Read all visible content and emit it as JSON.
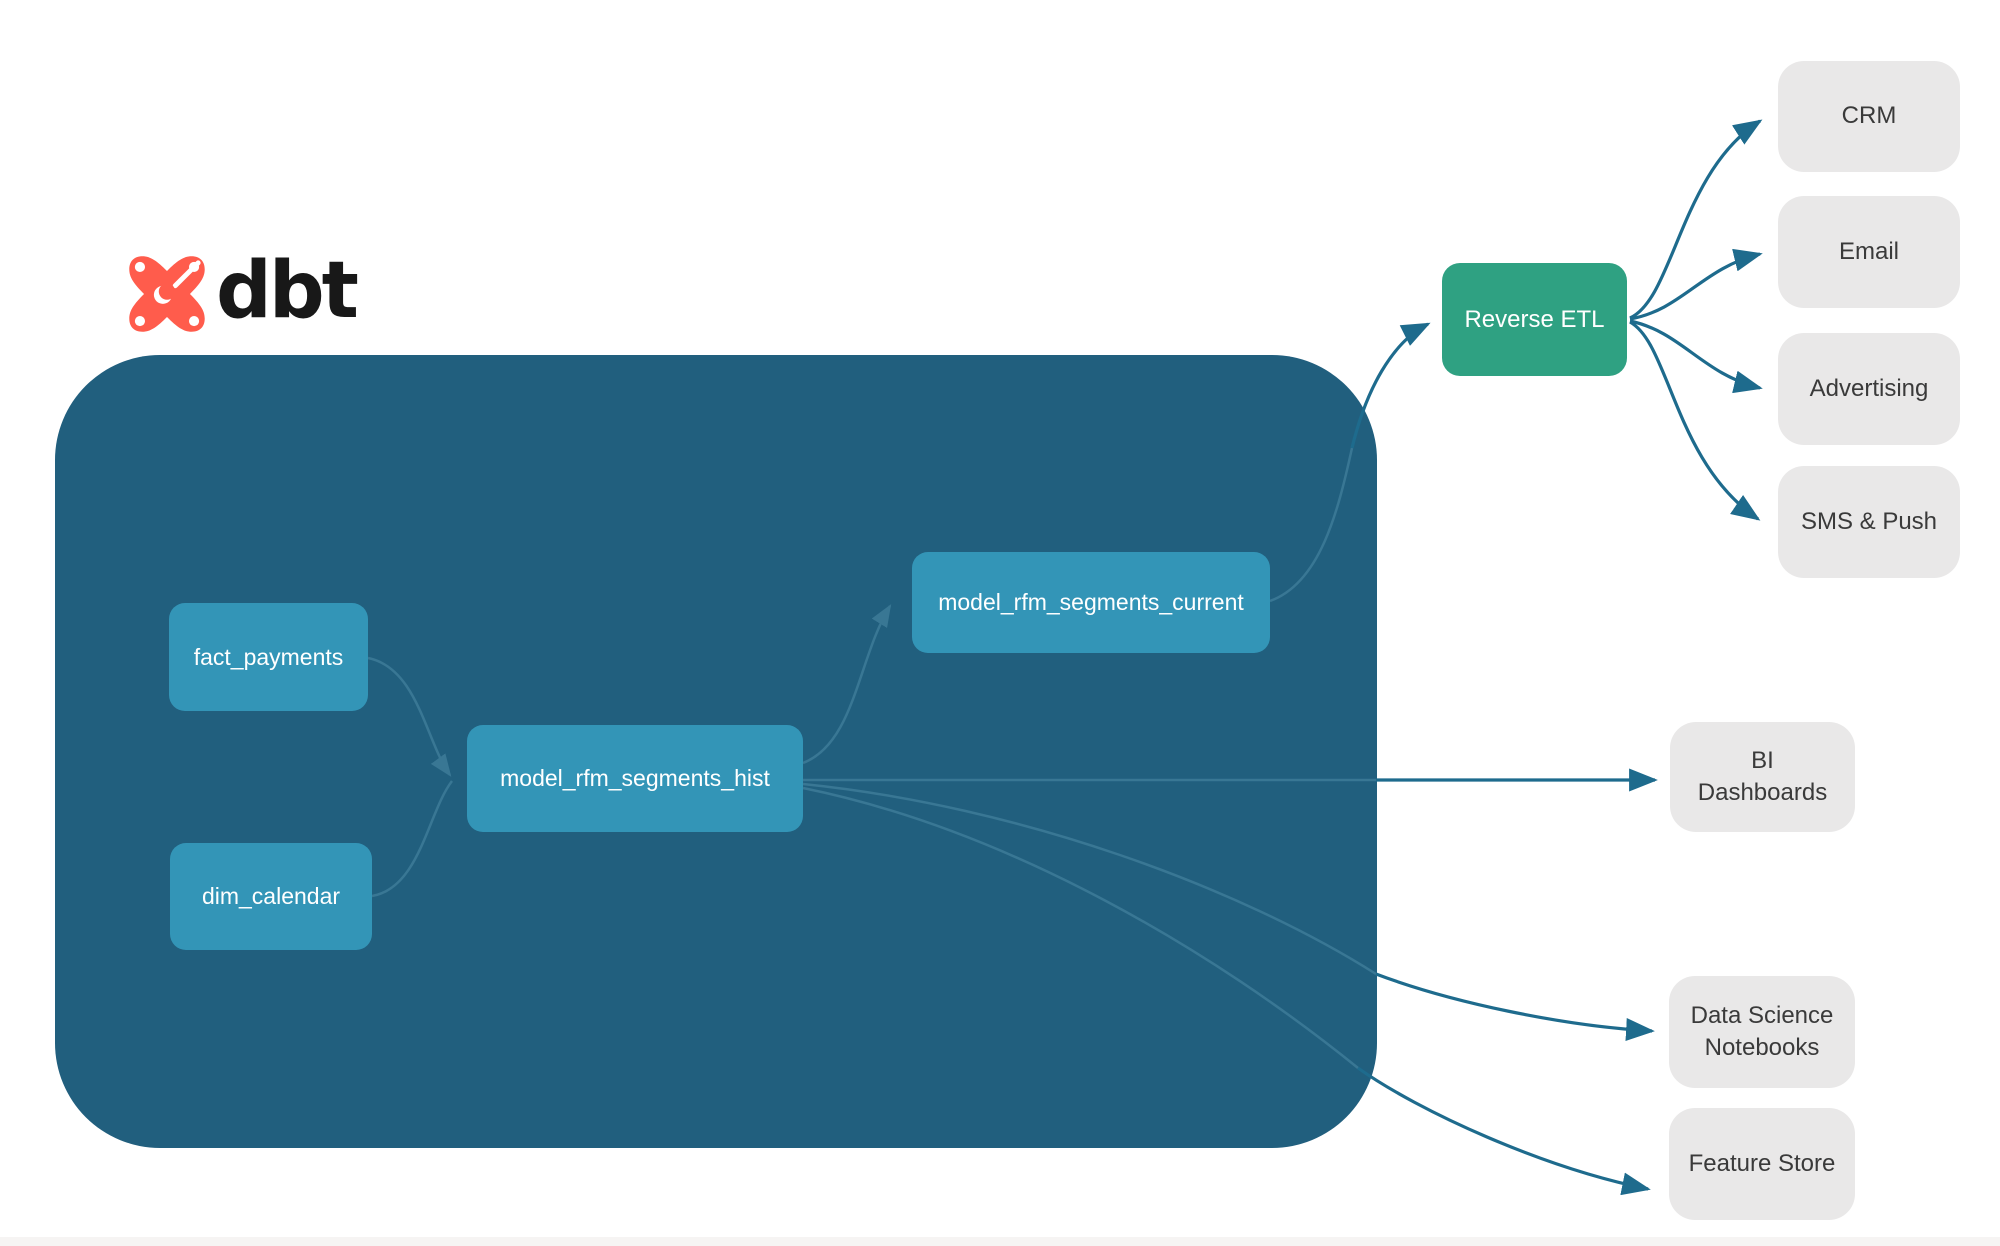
{
  "logo": {
    "brand": "dbt"
  },
  "nodes": {
    "fact_payments": {
      "label": "fact_payments"
    },
    "dim_calendar": {
      "label": "dim_calendar"
    },
    "hist": {
      "label": "model_rfm_segments_hist"
    },
    "current": {
      "label": "model_rfm_segments_current"
    },
    "reverse_etl": {
      "label": "Reverse ETL"
    },
    "crm": {
      "label": "CRM"
    },
    "email": {
      "label": "Email"
    },
    "advertising": {
      "label": "Advertising"
    },
    "sms_push": {
      "label": "SMS & Push"
    },
    "bi_dashboards": {
      "label": "BI Dashboards"
    },
    "data_science": {
      "label": "Data Science Notebooks"
    },
    "feature_store": {
      "label": "Feature Store"
    }
  },
  "edges": [
    {
      "from": "fact_payments",
      "to": "model_rfm_segments_hist"
    },
    {
      "from": "dim_calendar",
      "to": "model_rfm_segments_hist"
    },
    {
      "from": "model_rfm_segments_hist",
      "to": "model_rfm_segments_current"
    },
    {
      "from": "model_rfm_segments_current",
      "to": "Reverse ETL"
    },
    {
      "from": "Reverse ETL",
      "to": "CRM"
    },
    {
      "from": "Reverse ETL",
      "to": "Email"
    },
    {
      "from": "Reverse ETL",
      "to": "Advertising"
    },
    {
      "from": "Reverse ETL",
      "to": "SMS & Push"
    },
    {
      "from": "model_rfm_segments_hist",
      "to": "BI Dashboards"
    },
    {
      "from": "model_rfm_segments_hist",
      "to": "Data Science Notebooks"
    },
    {
      "from": "model_rfm_segments_hist",
      "to": "Feature Store"
    }
  ],
  "colors": {
    "warehouse_bg": "#215F7E",
    "model_node": "#3395B7",
    "activation_node": "#2FA182",
    "destination_node": "#E9E8E8",
    "connector": "#1E6B8D",
    "connector_faint": "#417F9C",
    "brand_orange": "#FF5C4C",
    "text_dark": "#3A3A3A"
  }
}
